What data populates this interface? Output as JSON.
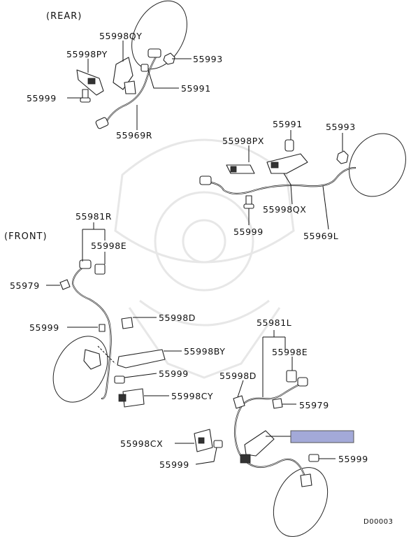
{
  "diagram": {
    "sections": {
      "rear": "(REAR)",
      "front": "(FRONT)"
    },
    "labels": {
      "rear_bracket_qy": "55998QY",
      "rear_bracket_py": "55998PY",
      "rear_nut": "55993",
      "rear_bolt_left": "55999",
      "rear_sensor": "55991",
      "rear_harness_r": "55969R",
      "rear_sensor_right": "55991",
      "rear_nut_right": "55993",
      "rear_bracket_px": "55998PX",
      "rear_bracket_qx": "55998QX",
      "rear_bolt_right": "55999",
      "rear_harness_l": "55969L",
      "front_sensor_r": "55981R",
      "front_clip_e_r": "55998E",
      "front_clip_r": "55979",
      "front_bolt_r_upper": "55999",
      "front_clip_d_r": "55998D",
      "front_bracket_by": "55998BY",
      "front_bolt_r_lower": "55999",
      "front_bracket_cy": "55998CY",
      "front_sensor_l": "55981L",
      "front_clip_e_l": "55998E",
      "front_clip_d_l": "55998D",
      "front_clip_l": "55979",
      "front_bracket_cx": "55998CX",
      "front_bolt_l_lower": "55999",
      "front_bolt_l_right": "55999"
    },
    "diagram_code": "D00003",
    "highlight_color": "#a3a9d8"
  }
}
